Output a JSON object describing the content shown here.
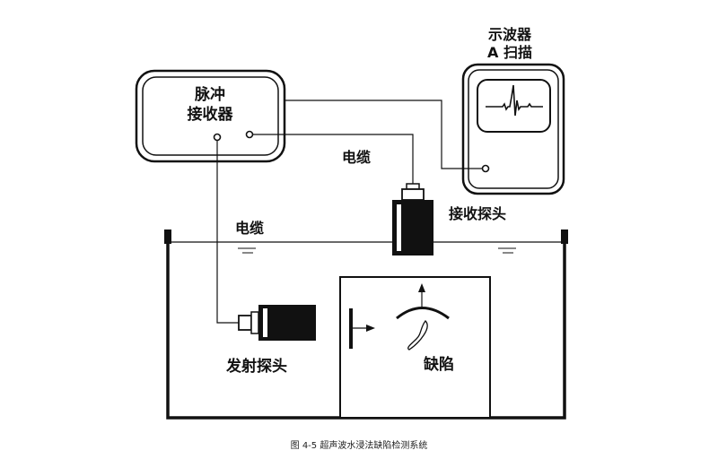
{
  "diagram": {
    "labels": {
      "pulser_receiver_line1": "脉冲",
      "pulser_receiver_line2": "接收器",
      "oscilloscope_line1": "示波器",
      "oscilloscope_line2": "A 扫描",
      "cable_upper": "电缆",
      "cable_lower": "电缆",
      "receiving_probe": "接收探头",
      "transmitting_probe": "发射探头",
      "defect": "缺陷"
    },
    "caption": "图 4-5 超声波水浸法缺陷检测系统"
  }
}
